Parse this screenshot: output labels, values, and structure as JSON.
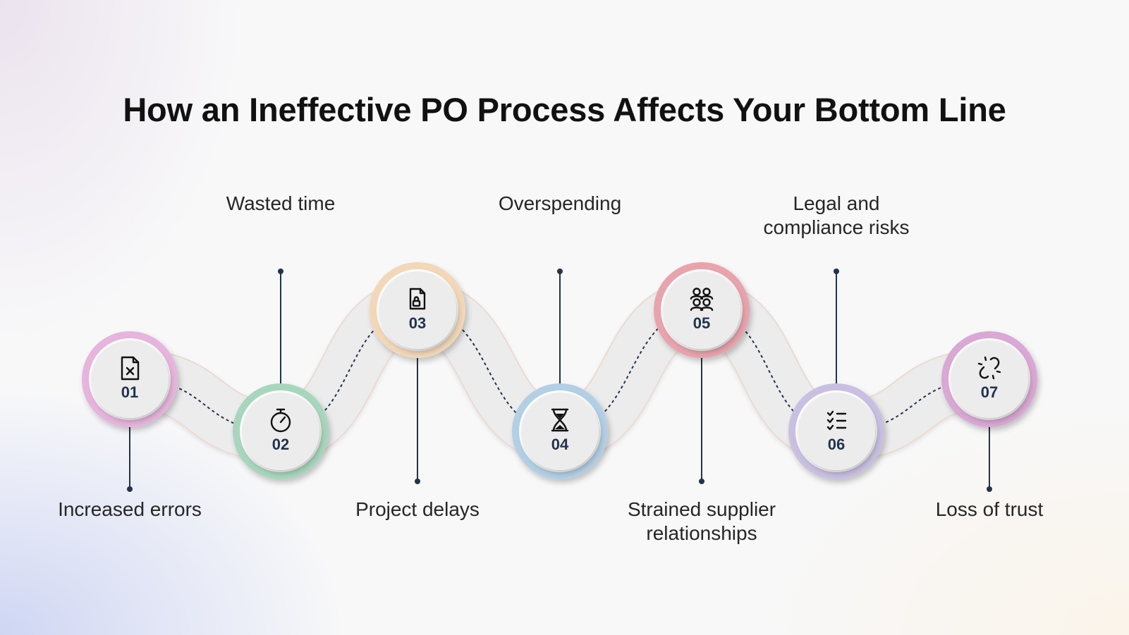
{
  "title": "How an Ineffective PO Process Affects Your Bottom Line",
  "steps": [
    {
      "number": "01",
      "label_lines": [
        "Increased errors"
      ],
      "icon": "file-x-icon",
      "ring_color": "#e6b4dc"
    },
    {
      "number": "02",
      "label_lines": [
        "Wasted time"
      ],
      "icon": "stopwatch-icon",
      "ring_color": "#a8d6bd"
    },
    {
      "number": "03",
      "label_lines": [
        "Project delays"
      ],
      "icon": "file-lock-icon",
      "ring_color": "#f2d7b8"
    },
    {
      "number": "04",
      "label_lines": [
        "Overspending"
      ],
      "icon": "hourglass-icon",
      "ring_color": "#b3cfe4"
    },
    {
      "number": "05",
      "label_lines": [
        "Strained supplier",
        "relationships"
      ],
      "icon": "people-icon",
      "ring_color": "#e9a3ad"
    },
    {
      "number": "06",
      "label_lines": [
        "Legal and",
        "compliance risks"
      ],
      "icon": "checklist-icon",
      "ring_color": "#c9c0e1"
    },
    {
      "number": "07",
      "label_lines": [
        "Loss of trust"
      ],
      "icon": "broken-link-icon",
      "ring_color": "#d9a8d4"
    }
  ]
}
